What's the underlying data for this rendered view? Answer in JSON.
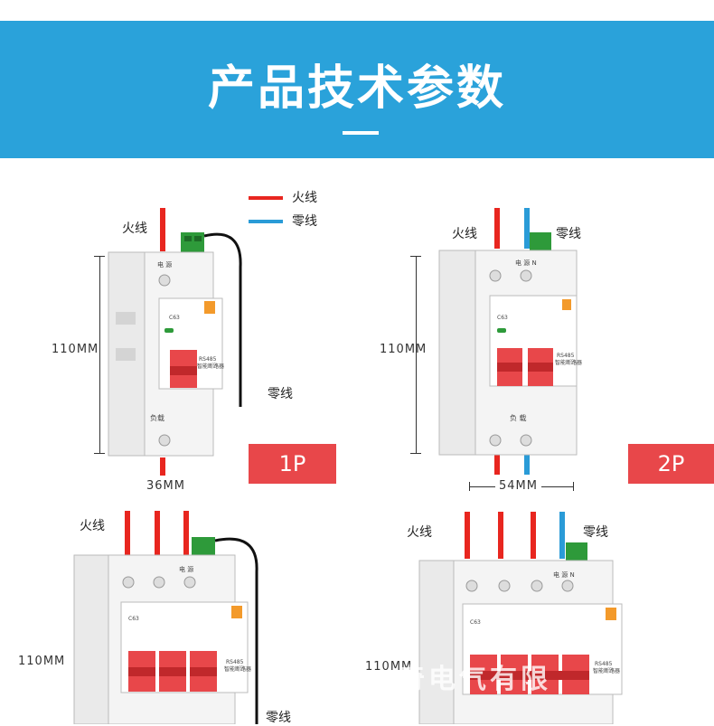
{
  "banner": {
    "title": "产品技术参数"
  },
  "legend": {
    "live_label": "火线",
    "neutral_label": "零线"
  },
  "colors": {
    "live": "#e8261f",
    "neutral": "#2a9bd7",
    "banner": "#2aa2da",
    "badge": "#e8474a"
  },
  "panel_1p": {
    "live_label": "火线",
    "neutral_label": "零线",
    "height_label": "110MM",
    "width_label": "36MM",
    "pole": "1P",
    "top_text": "电 源",
    "model": "C63",
    "brand_line1": "RS485",
    "brand_line2": "智能断路器",
    "load_text": "负载"
  },
  "panel_2p": {
    "live_label": "火线",
    "neutral_label": "零线",
    "height_label": "110MM",
    "width_label": "54MM",
    "pole": "2P",
    "top_text": "电 源 N",
    "model": "C63",
    "brand_line1": "RS485",
    "brand_line2": "智能断路器",
    "load_text": "负 载"
  },
  "panel_3p": {
    "live_label": "火线",
    "neutral_label": "零线",
    "height_label": "110MM",
    "top_text": "电 源",
    "model": "C63",
    "brand_line1": "RS485",
    "brand_line2": "智能断路器"
  },
  "panel_4p": {
    "live_label": "火线",
    "neutral_label": "零线",
    "height_label": "110MM",
    "top_text": "电 源 N",
    "model": "C63",
    "brand_line1": "RS485",
    "brand_line2": "智能断路器"
  },
  "watermark": "奇电气有限"
}
